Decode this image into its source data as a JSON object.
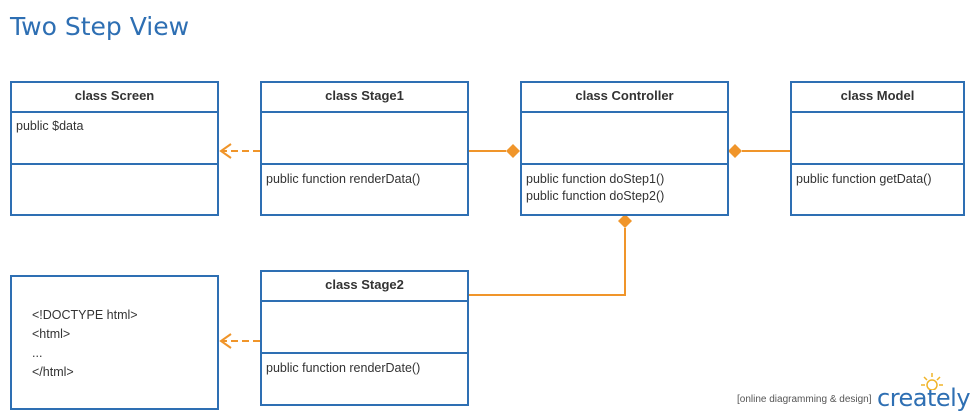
{
  "diagram": {
    "title": "Two Step View",
    "classes": [
      {
        "id": "screen",
        "name": "class Screen",
        "attributes": [
          "public $data"
        ],
        "operations": []
      },
      {
        "id": "stage1",
        "name": "class Stage1",
        "attributes": [],
        "operations": [
          "public function renderData()"
        ]
      },
      {
        "id": "controller",
        "name": "class Controller",
        "attributes": [],
        "operations": [
          "public function doStep1()",
          "public function doStep2()"
        ]
      },
      {
        "id": "model",
        "name": "class Model",
        "attributes": [],
        "operations": [
          "public function getData()"
        ]
      },
      {
        "id": "stage2",
        "name": "class Stage2",
        "attributes": [],
        "operations": [
          "public function renderDate()"
        ]
      }
    ],
    "note": {
      "lines": [
        "<!DOCTYPE html>",
        "<html>",
        "...",
        "</html>"
      ]
    },
    "connections": [
      {
        "from": "stage1",
        "to": "screen",
        "type": "dependency"
      },
      {
        "from": "stage1",
        "to": "controller",
        "type": "composition"
      },
      {
        "from": "model",
        "to": "controller",
        "type": "composition"
      },
      {
        "from": "stage2",
        "to": "controller",
        "type": "composition"
      },
      {
        "from": "stage2",
        "to": "note",
        "type": "dependency"
      }
    ],
    "colors": {
      "box_border": "#2e6fb3",
      "connector": "#f0952a",
      "title": "#2e6fb3"
    }
  },
  "watermark": {
    "tagline": "[online diagramming & design]",
    "logo": "creately"
  }
}
